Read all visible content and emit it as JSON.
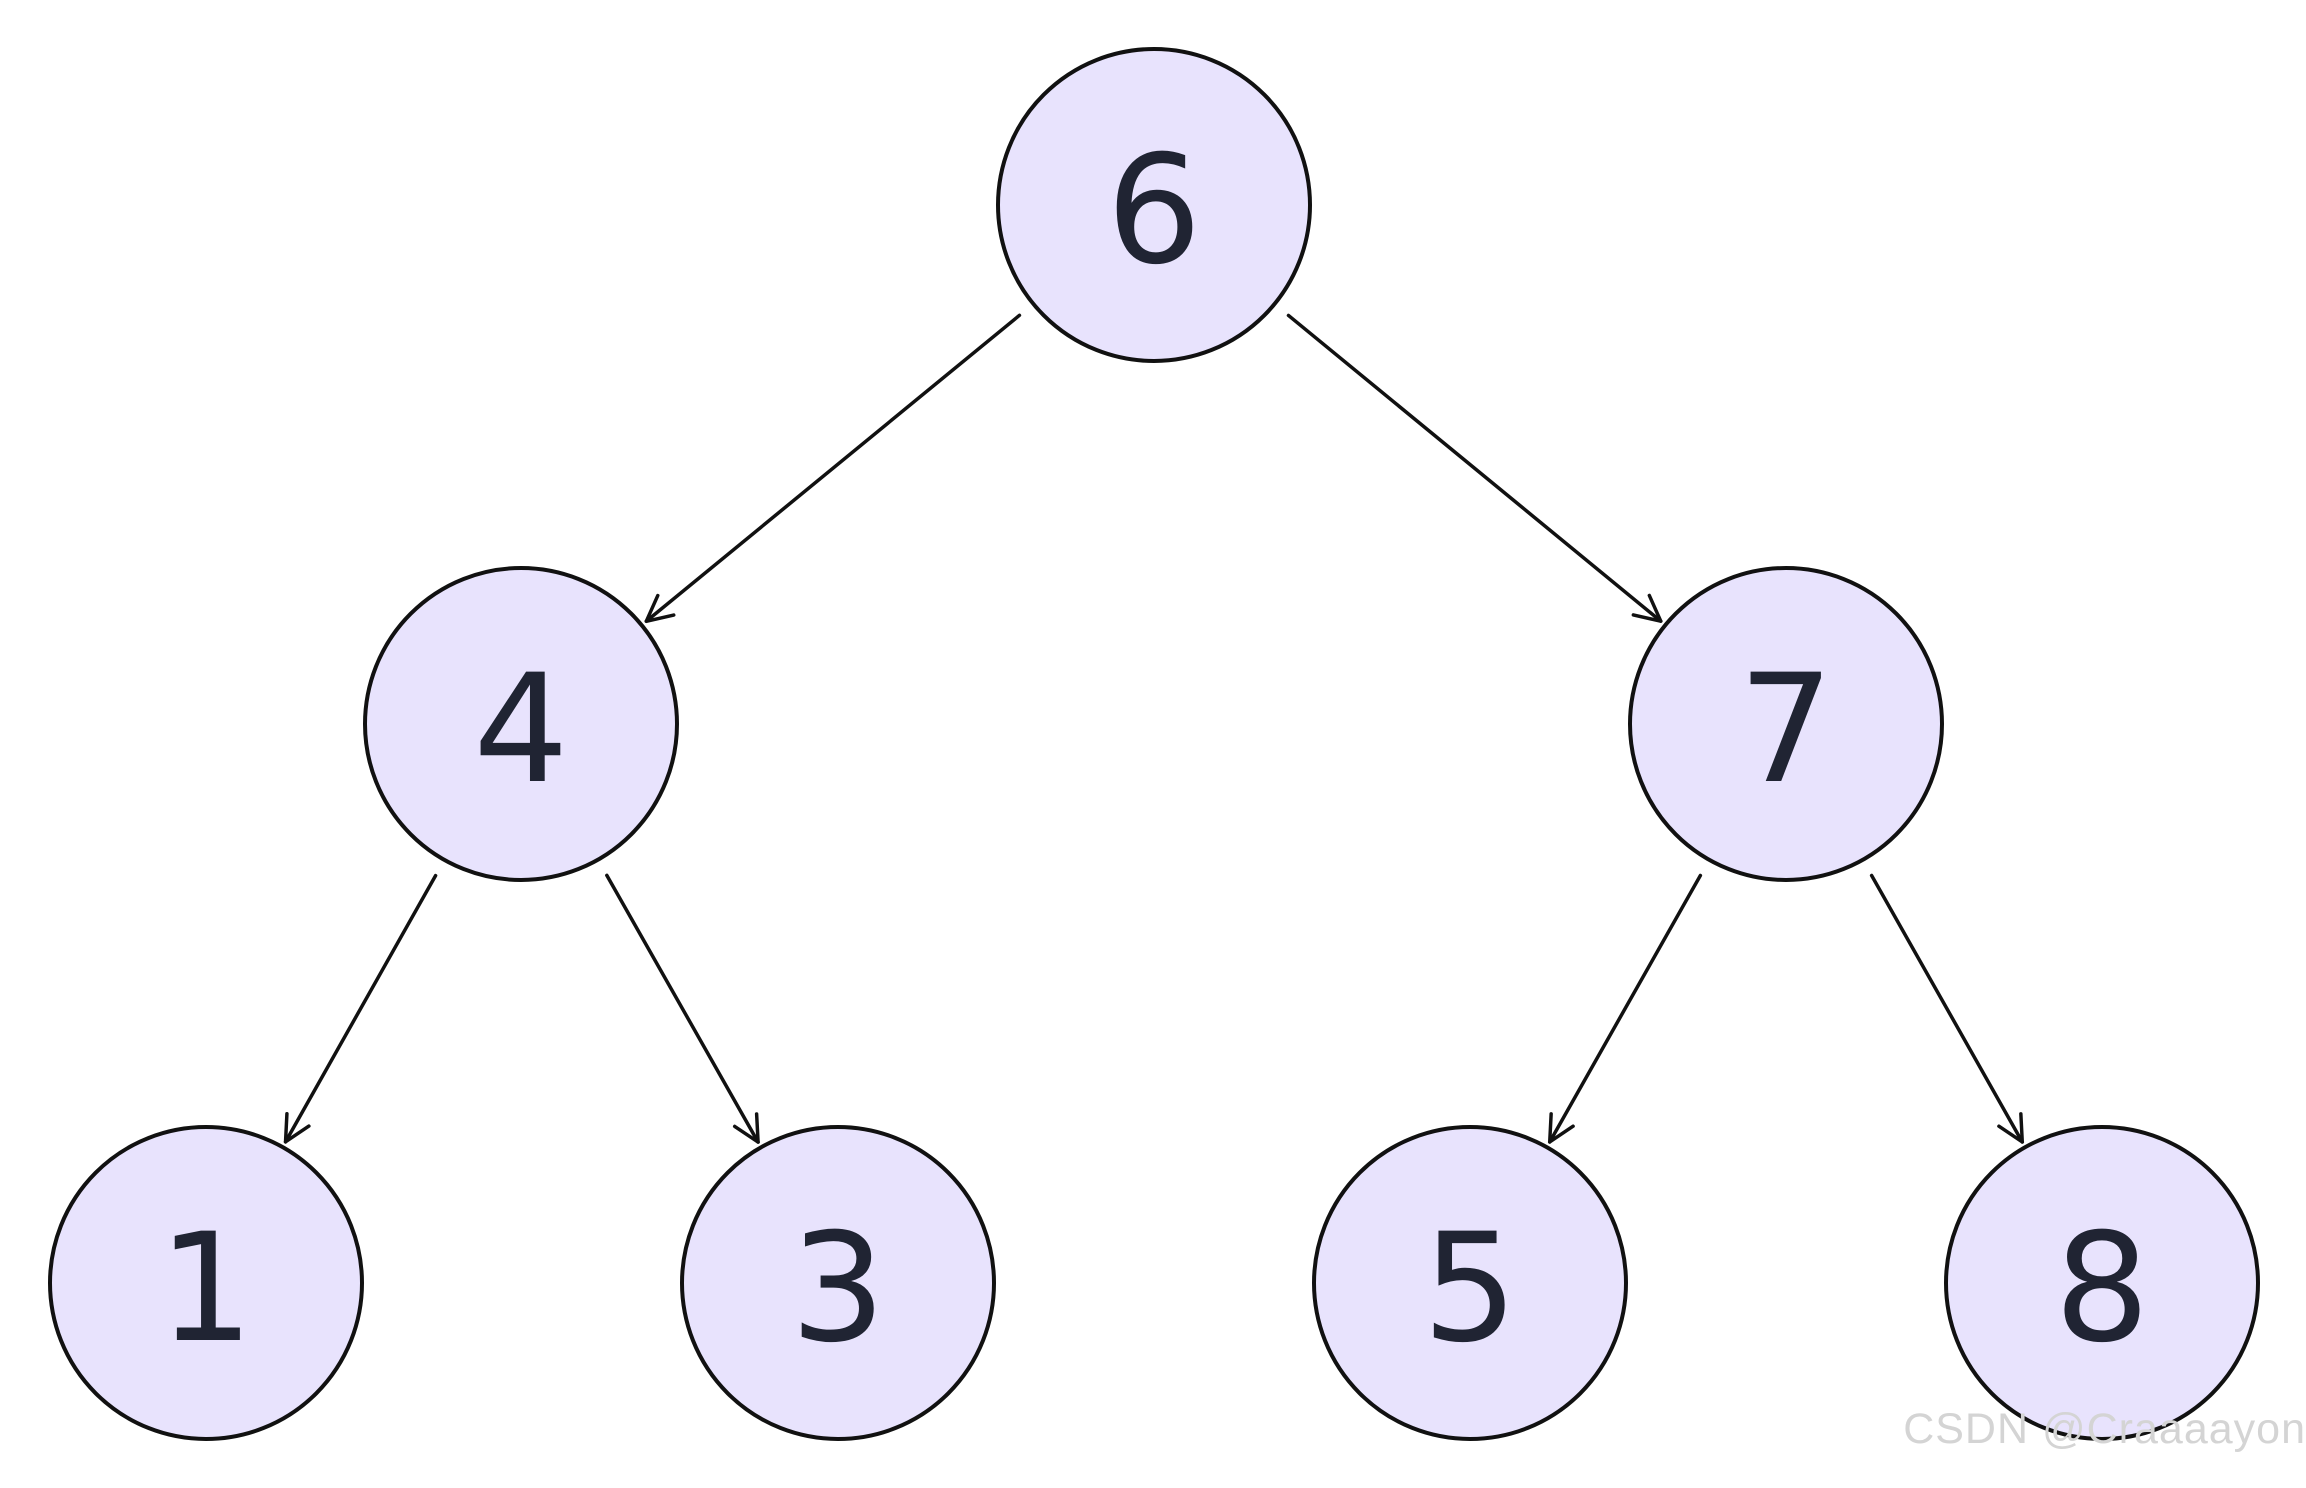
{
  "tree": {
    "colors": {
      "node_fill": "#e8e3fd",
      "node_stroke": "#111111",
      "edge": "#111111",
      "label": "#202433"
    },
    "nodes": [
      {
        "id": "n6",
        "label": "6"
      },
      {
        "id": "n4",
        "label": "4"
      },
      {
        "id": "n7",
        "label": "7"
      },
      {
        "id": "n1",
        "label": "1"
      },
      {
        "id": "n3",
        "label": "3"
      },
      {
        "id": "n5",
        "label": "5"
      },
      {
        "id": "n8",
        "label": "8"
      }
    ],
    "edges": [
      {
        "from": "n6",
        "to": "n4"
      },
      {
        "from": "n6",
        "to": "n7"
      },
      {
        "from": "n4",
        "to": "n1"
      },
      {
        "from": "n4",
        "to": "n3"
      },
      {
        "from": "n7",
        "to": "n5"
      },
      {
        "from": "n7",
        "to": "n8"
      }
    ]
  },
  "watermark": {
    "text": "CSDN @Craaaayon",
    "color": "#d4d4d4"
  }
}
